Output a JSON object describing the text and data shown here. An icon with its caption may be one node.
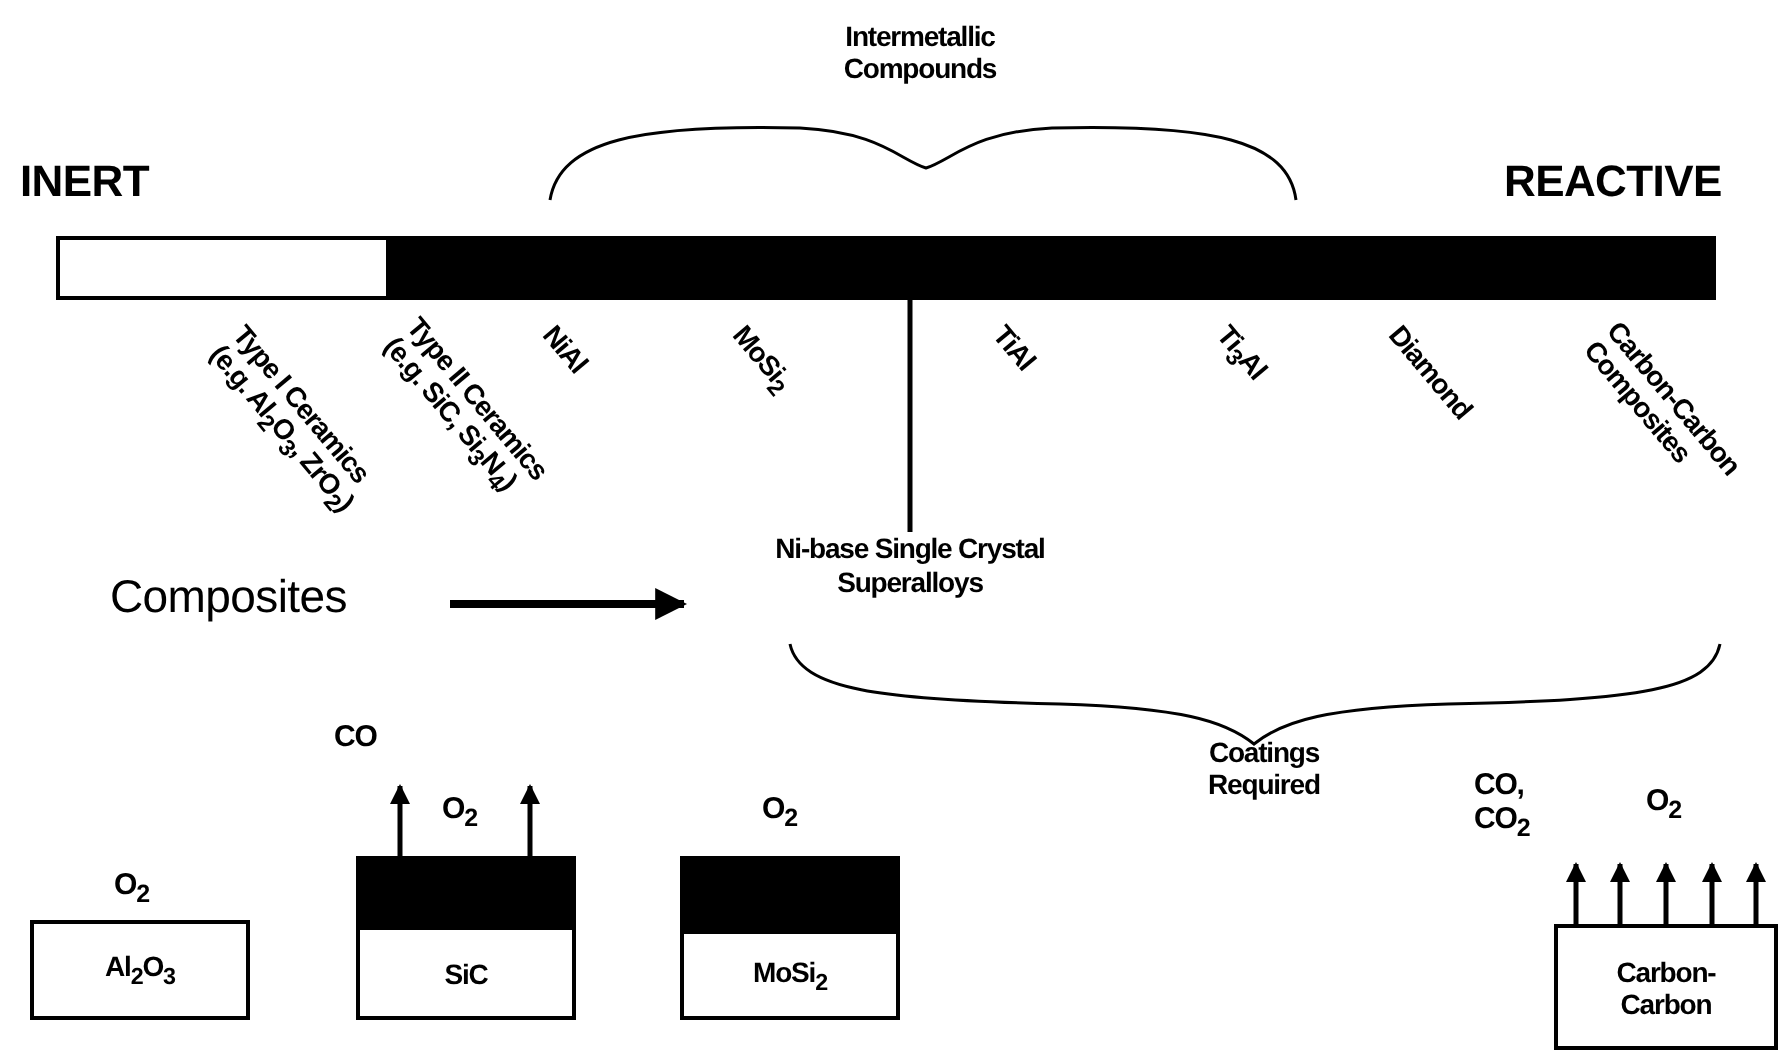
{
  "diagram": {
    "nodes": [
      {
        "text": [],
        "shape": "bar"
      },
      {
        "text": [
          "Ni-base Single Crystal Superalloys"
        ]
      },
      {
        "text": [
          "Al$_{2}$O$_{3}$"
        ]
      },
      {
        "text": [
          "SiC"
        ]
      },
      {
        "text": [
          "MoSi$_{2}$"
        ]
      },
      {
        "text": [
          "Carbon-Carbon"
        ]
      }
    ],
    "edges": [
      {
        "from": 1,
        "to": 0,
        "arrow": "none"
      },
      {
        "from": 3,
        "to": null,
        "arrow": "to"
      },
      {
        "from": 3,
        "to": null,
        "arrow": "to"
      },
      {
        "from": 5,
        "to": null,
        "arrow": "to"
      },
      {
        "from": 5,
        "to": null,
        "arrow": "to"
      },
      {
        "from": 5,
        "to": null,
        "arrow": "to"
      },
      {
        "from": 5,
        "to": null,
        "arrow": "to"
      },
      {
        "from": 5,
        "to": null,
        "arrow": "to"
      }
    ],
    "labels": [
      "Intermetallic Compounds",
      "INERT",
      "REACTIVE",
      "Type I Ceramics (e.g. Al$_{2}$O$_{3}$, ZrO$_{2}$)",
      "Type II Ceramics (e.g. SiC, Si$_{3}$N$_{4}$)",
      "NiAl",
      "MoSi$_{2}$",
      "TiAl",
      "Ti$_{3}$Al",
      "Diamond",
      "Carbon-Carbon Composites",
      "Composites",
      "CO",
      "O$_{2}$",
      "O$_{2}$",
      "Coatings Required",
      "CO, CO$_{2}$",
      "O$_{2}$",
      "O$_{2}$"
    ]
  }
}
